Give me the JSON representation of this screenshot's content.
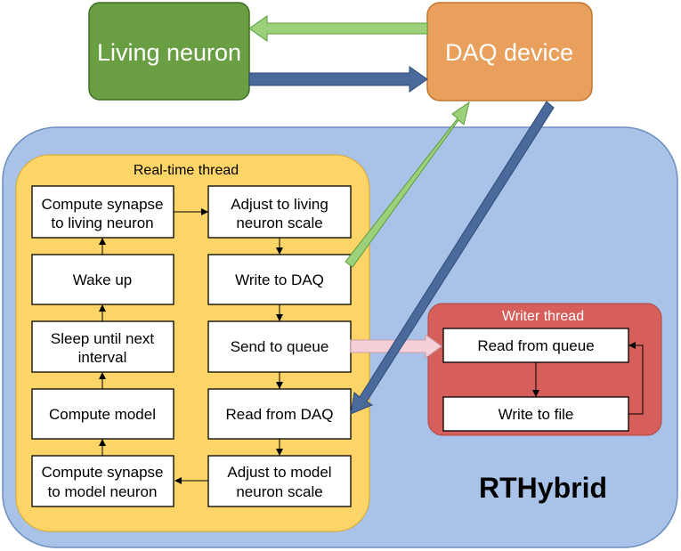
{
  "nodes": {
    "living_neuron": "Living neuron",
    "daq_device": "DAQ device",
    "brand": "RTHybrid"
  },
  "realtime_thread": {
    "title": "Real-time thread",
    "left_column": [
      [
        "Compute synapse",
        "to living neuron"
      ],
      [
        "Wake up"
      ],
      [
        "Sleep until next",
        "interval"
      ],
      [
        "Compute model"
      ],
      [
        "Compute synapse",
        "to model neuron"
      ]
    ],
    "right_column": [
      [
        "Adjust to living",
        "neuron scale"
      ],
      [
        "Write to DAQ"
      ],
      [
        "Send to queue"
      ],
      [
        "Read from DAQ"
      ],
      [
        "Adjust to model",
        "neuron scale"
      ]
    ]
  },
  "writer_thread": {
    "title": "Writer thread",
    "steps": [
      "Read from queue",
      "Write to file"
    ]
  },
  "colors": {
    "living_neuron_fill": "#6a9e42",
    "daq_fill": "#e8a05c",
    "rthybrid_fill": "#a9c3e8",
    "realtime_fill": "#fdd467",
    "writer_fill": "#d65f5c",
    "green_arrow": "#9cd17c",
    "blue_arrow": "#4a6a9c",
    "pink_arrow": "#f5d0d8"
  }
}
